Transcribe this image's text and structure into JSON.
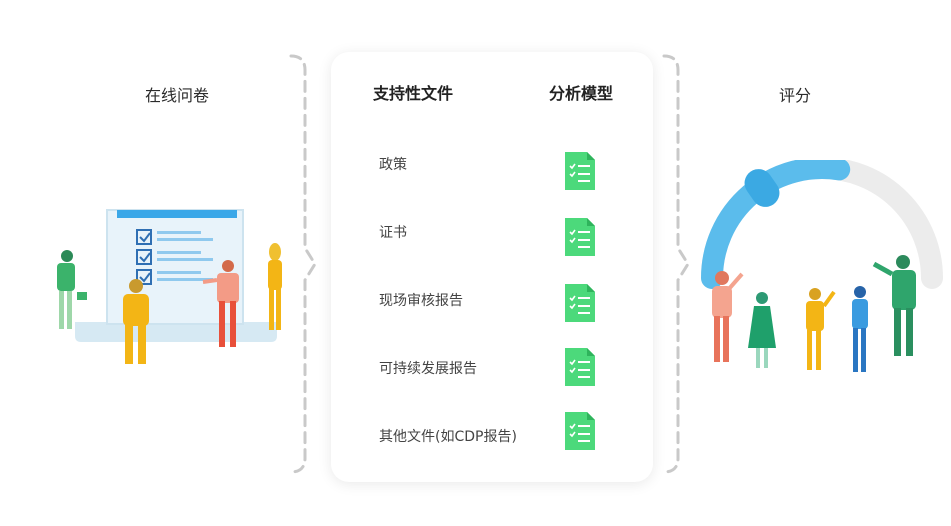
{
  "left": {
    "title": "在线问卷"
  },
  "middle": {
    "header_files": "支持性文件",
    "header_model": "分析模型",
    "rows": [
      {
        "label": "政策",
        "icon": "green-checklist-document-icon"
      },
      {
        "label": "证书",
        "icon": "green-checklist-document-icon"
      },
      {
        "label": "现场审核报告",
        "icon": "green-checklist-document-icon"
      },
      {
        "label": "可持续发展报告",
        "icon": "green-checklist-document-icon"
      },
      {
        "label": "其他文件(如CDP报告)",
        "icon": "green-checklist-document-icon"
      }
    ]
  },
  "right": {
    "title": "评分",
    "gauge_level": 0.55
  },
  "colors": {
    "accent_blue": "#5bbcec",
    "doc_green": "#4cd97b",
    "bracket_gray": "#c9c9c9",
    "gauge_track": "#ececec"
  }
}
